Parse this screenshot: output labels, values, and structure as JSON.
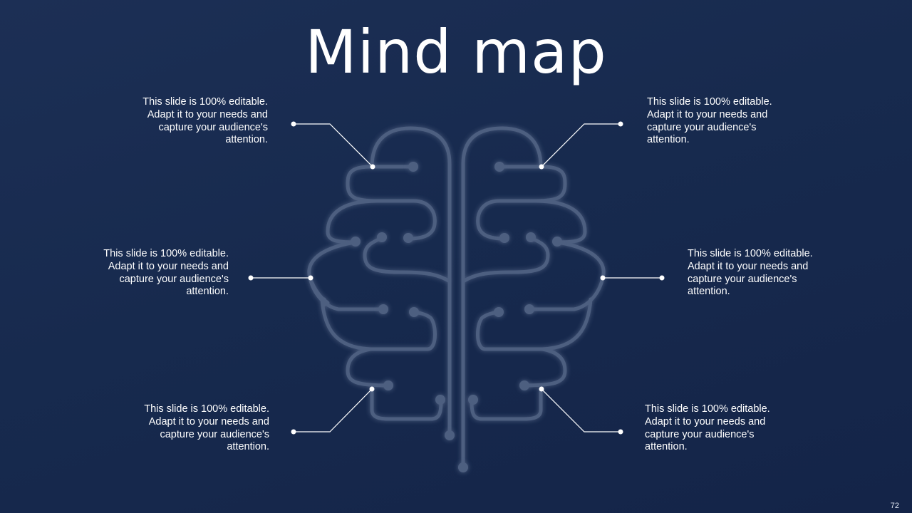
{
  "title": "Mind map",
  "notes": [
    {
      "text": "This slide is 100% editable. Adapt it to your needs and capture your audience's attention."
    },
    {
      "text": "This slide is 100% editable. Adapt it to your needs and capture your audience's attention."
    },
    {
      "text": "This slide is 100% editable. Adapt it to your needs and capture your audience's attention."
    },
    {
      "text": "This slide is 100% editable. Adapt it to your needs and capture your audience's attention."
    },
    {
      "text": "This slide is 100% editable. Adapt it to your needs and capture your audience's attention."
    },
    {
      "text": "This slide is 100% editable. Adapt it to your needs and capture your audience's attention."
    }
  ],
  "page_number": "72",
  "colors": {
    "background": "#1a2c52",
    "brain": "#4e5f80",
    "connector": "#ffffff",
    "text": "#ffffff"
  },
  "icons": [
    "brain-circuit-icon"
  ]
}
